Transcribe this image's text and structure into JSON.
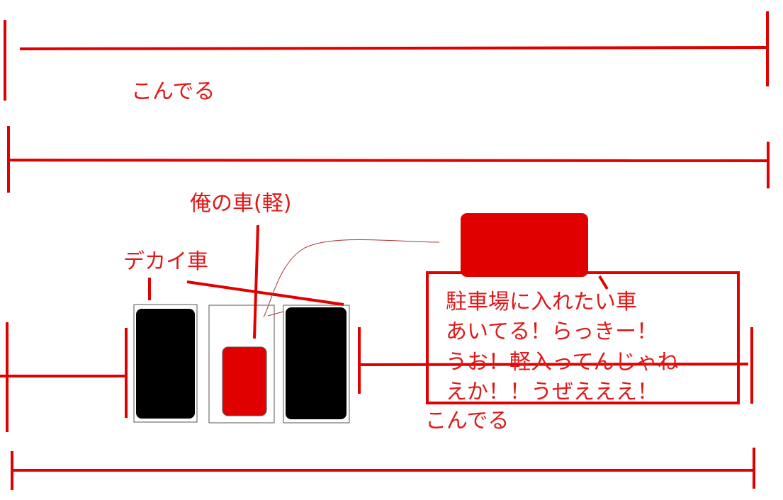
{
  "labels": {
    "congested_top": "こんでる",
    "congested_bottom": "こんでる",
    "my_car": "俺の車(軽)",
    "big_car": "デカイ車"
  },
  "callout": {
    "lines": [
      "駐車場に入れたい車",
      "あいてる！らっきー！",
      "うお！軽入ってんじゃね",
      "えか！！うぜえええ！"
    ]
  },
  "colors": {
    "red": "#e00000",
    "black": "#000000",
    "slot_border": "#555555",
    "thin_line": "#b03030"
  }
}
